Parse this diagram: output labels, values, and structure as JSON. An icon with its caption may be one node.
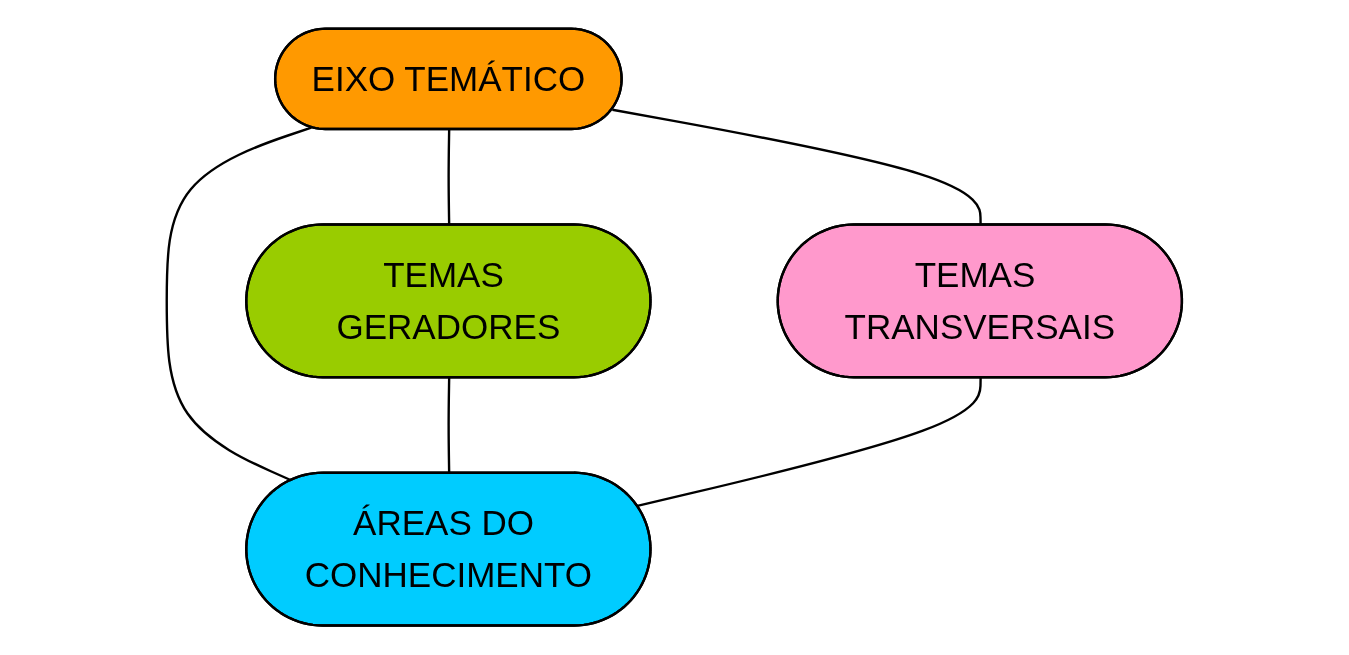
{
  "diagram": {
    "nodes": [
      {
        "text": [
          "EIXO TEMÁTICO"
        ]
      },
      {
        "text": [
          "TEMAS GERADORES"
        ]
      },
      {
        "text": [
          "TEMAS TRANSVERSAIS"
        ]
      },
      {
        "text": [
          "ÁREAS DO CONHECIMENTO"
        ]
      }
    ],
    "edges": [
      {
        "from": 0,
        "to": 1,
        "arrow": "none"
      },
      {
        "from": 0,
        "to": 3,
        "arrow": "none"
      },
      {
        "from": 0,
        "to": 2,
        "arrow": "none"
      },
      {
        "from": 1,
        "to": 3,
        "arrow": "none"
      },
      {
        "from": 2,
        "to": 3,
        "arrow": "none"
      }
    ]
  }
}
